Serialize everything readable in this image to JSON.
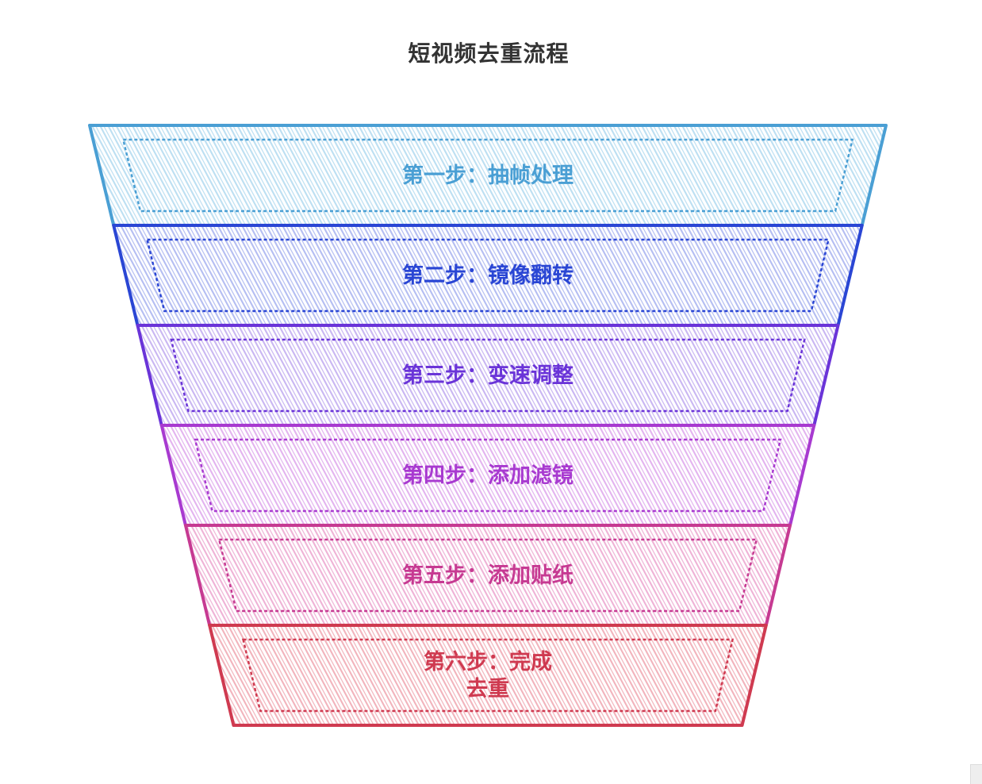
{
  "title": "短视频去重流程",
  "stages": [
    {
      "lines": [
        "第一步：抽帧处理"
      ],
      "color": "#4a9fd4",
      "fill": "#bcdff2"
    },
    {
      "lines": [
        "第二步：镜像翻转"
      ],
      "color": "#2a46d4",
      "fill": "#b4bdf2"
    },
    {
      "lines": [
        "第三步：变速调整"
      ],
      "color": "#6a34d8",
      "fill": "#c9b6f2"
    },
    {
      "lines": [
        "第四步：添加滤镜"
      ],
      "color": "#a83ad0",
      "fill": "#e3b3ef"
    },
    {
      "lines": [
        "第五步：添加贴纸"
      ],
      "color": "#c63a92",
      "fill": "#efb2d6"
    },
    {
      "lines": [
        "第六步：完成",
        "去重"
      ],
      "color": "#cf3a50",
      "fill": "#f2b3bc"
    }
  ]
}
